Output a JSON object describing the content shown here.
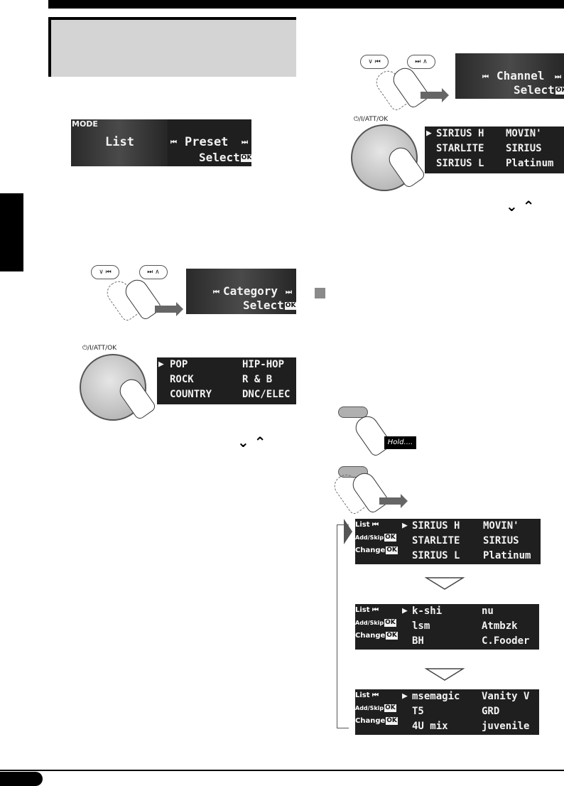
{
  "mode_display": {
    "mode_label": "MODE",
    "left": "List",
    "right_title": "Preset",
    "right_sub": "Select",
    "ok": "OK"
  },
  "category_display": {
    "title": "Category",
    "sub": "Select",
    "ok": "OK"
  },
  "category_list": {
    "left": [
      "POP",
      "ROCK",
      "COUNTRY"
    ],
    "right": [
      "HIP-HOP",
      "R & B",
      "DNC/ELEC"
    ]
  },
  "channel_display": {
    "title": "Channel",
    "sub": "Select",
    "ok": "OK"
  },
  "channel_list": {
    "left": [
      "SIRIUS H",
      "STARLITE",
      "SIRIUS L"
    ],
    "right": [
      "MOVIN'",
      "SIRIUS",
      "Platinum"
    ]
  },
  "knob_label": "⏻/I/ATT/OK",
  "hold_label": "Hold....",
  "side_labels": {
    "list": "List",
    "add_skip": "Add/Skip",
    "change": "Change",
    "ok": "OK"
  },
  "cycle_lists": [
    {
      "left": [
        "SIRIUS H",
        "STARLITE",
        "SIRIUS L"
      ],
      "right": [
        "MOVIN'",
        "SIRIUS",
        "Platinum"
      ]
    },
    {
      "left": [
        "k-shi",
        "lsm",
        "BH"
      ],
      "right": [
        "nu",
        "Atmbzk",
        "C.Fooder"
      ]
    },
    {
      "left": [
        "msemagic",
        "T5",
        "4U mix"
      ],
      "right": [
        "Vanity V",
        "GRD",
        "juvenile"
      ]
    }
  ],
  "colors": {
    "lcd_bg": "#1f1f1f",
    "title_box": "#d4d4d4",
    "square": "#8a8a8a"
  }
}
